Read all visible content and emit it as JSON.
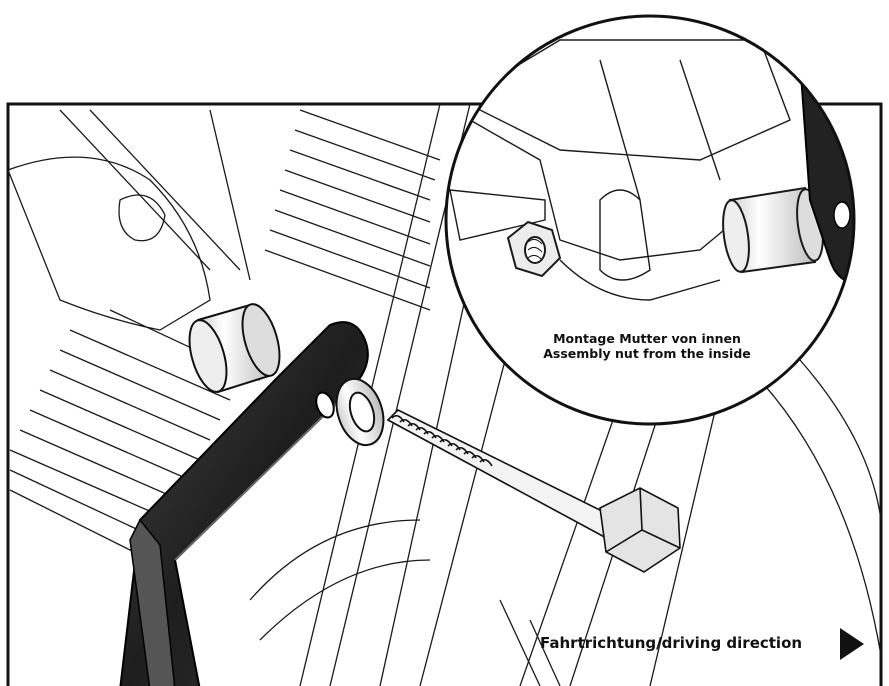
{
  "inset": {
    "caption_line1": "Montage Mutter von innen",
    "caption_line2": "Assembly nut from the inside"
  },
  "direction": {
    "label": "Fahrtrichtung/driving direction",
    "arrow_icon": "triangle-right-icon"
  },
  "colors": {
    "bracket": "#2b2b2b",
    "line": "#1a1a1a",
    "metal_light": "#e9e9e9"
  }
}
